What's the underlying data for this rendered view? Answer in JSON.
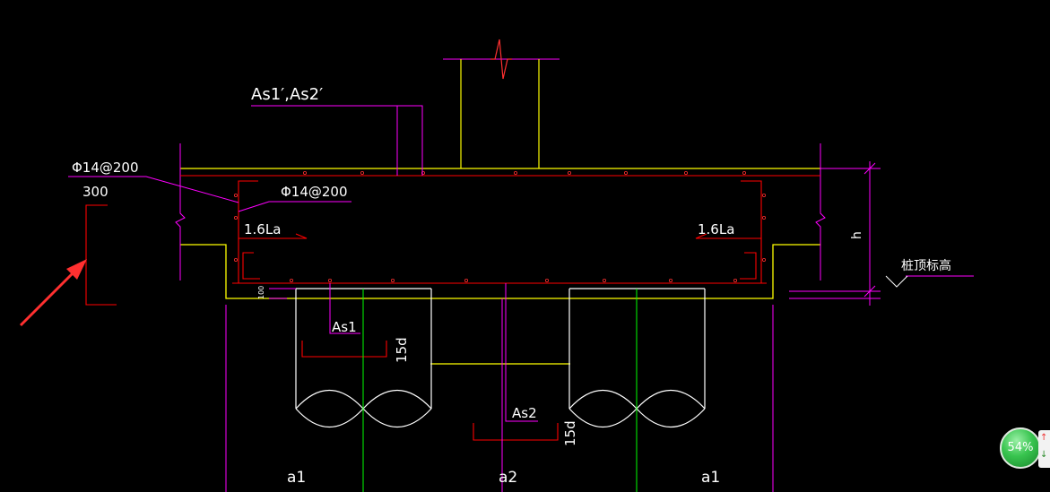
{
  "labels": {
    "as1p_as2p": "As1′,As2′",
    "phi14_outer": "Φ14@200",
    "dim300": "300",
    "phi14_inner": "Φ14@200",
    "anchor_left": "1.6La",
    "anchor_right": "1.6La",
    "height_h": "h",
    "pile_top_elev": "桩顶标高",
    "dim100": "100",
    "as1": "As1",
    "as2": "As2",
    "hook_15d_left": "15d",
    "hook_15d_right": "15d",
    "span_a1_left": "a1",
    "span_a2": "a2",
    "span_a1_right": "a1"
  },
  "zoom": {
    "level": "54%"
  },
  "side_panel": {
    "up_glyph": "↑",
    "down_glyph": "↓"
  },
  "colors": {
    "background": "#000000",
    "concrete_outline": "#ffff00",
    "rebar": "#ff0000",
    "dimension": "#ff00ff",
    "pile": "#ffffff",
    "pile_axis": "#00ff00",
    "arrow": "#ff3030"
  }
}
